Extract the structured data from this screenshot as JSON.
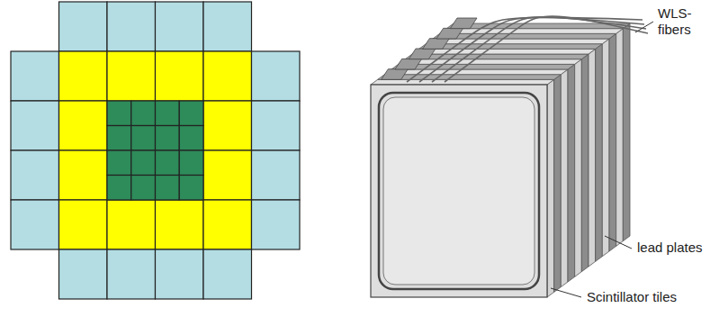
{
  "diagram": {
    "labels": [
      "WLS- fibers",
      "lead plates",
      "Scintillator tiles"
    ]
  }
}
